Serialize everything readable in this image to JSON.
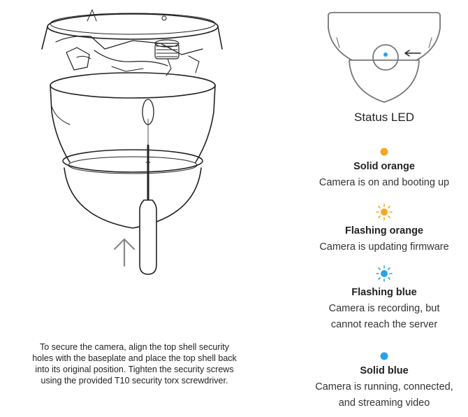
{
  "led_caption": "Status LED",
  "colors": {
    "orange": "#f5a623",
    "blue": "#29a3e8",
    "line": "#222222"
  },
  "statuses": [
    {
      "icon": "solid-dot",
      "color": "#f5a623",
      "title": "Solid orange",
      "desc": [
        "Camera is on and booting up"
      ]
    },
    {
      "icon": "flashing-dot",
      "color": "#f5a623",
      "title": "Flashing orange",
      "desc": [
        "Camera is updating firmware"
      ]
    },
    {
      "icon": "flashing-dot",
      "color": "#29a3e8",
      "title": "Flashing blue",
      "desc": [
        "Camera is recording, but",
        "cannot reach the server"
      ]
    },
    {
      "icon": "solid-dot",
      "color": "#29a3e8",
      "title": "Solid blue",
      "desc": [
        "Camera is running, connected,",
        "and streaming video"
      ]
    }
  ],
  "instructions": [
    "To secure the camera, align the top shell security",
    "holes with the baseplate and place the top shell back",
    "into its original position. Tighten the security screws",
    "using the provided T10 security torx screwdriver."
  ]
}
